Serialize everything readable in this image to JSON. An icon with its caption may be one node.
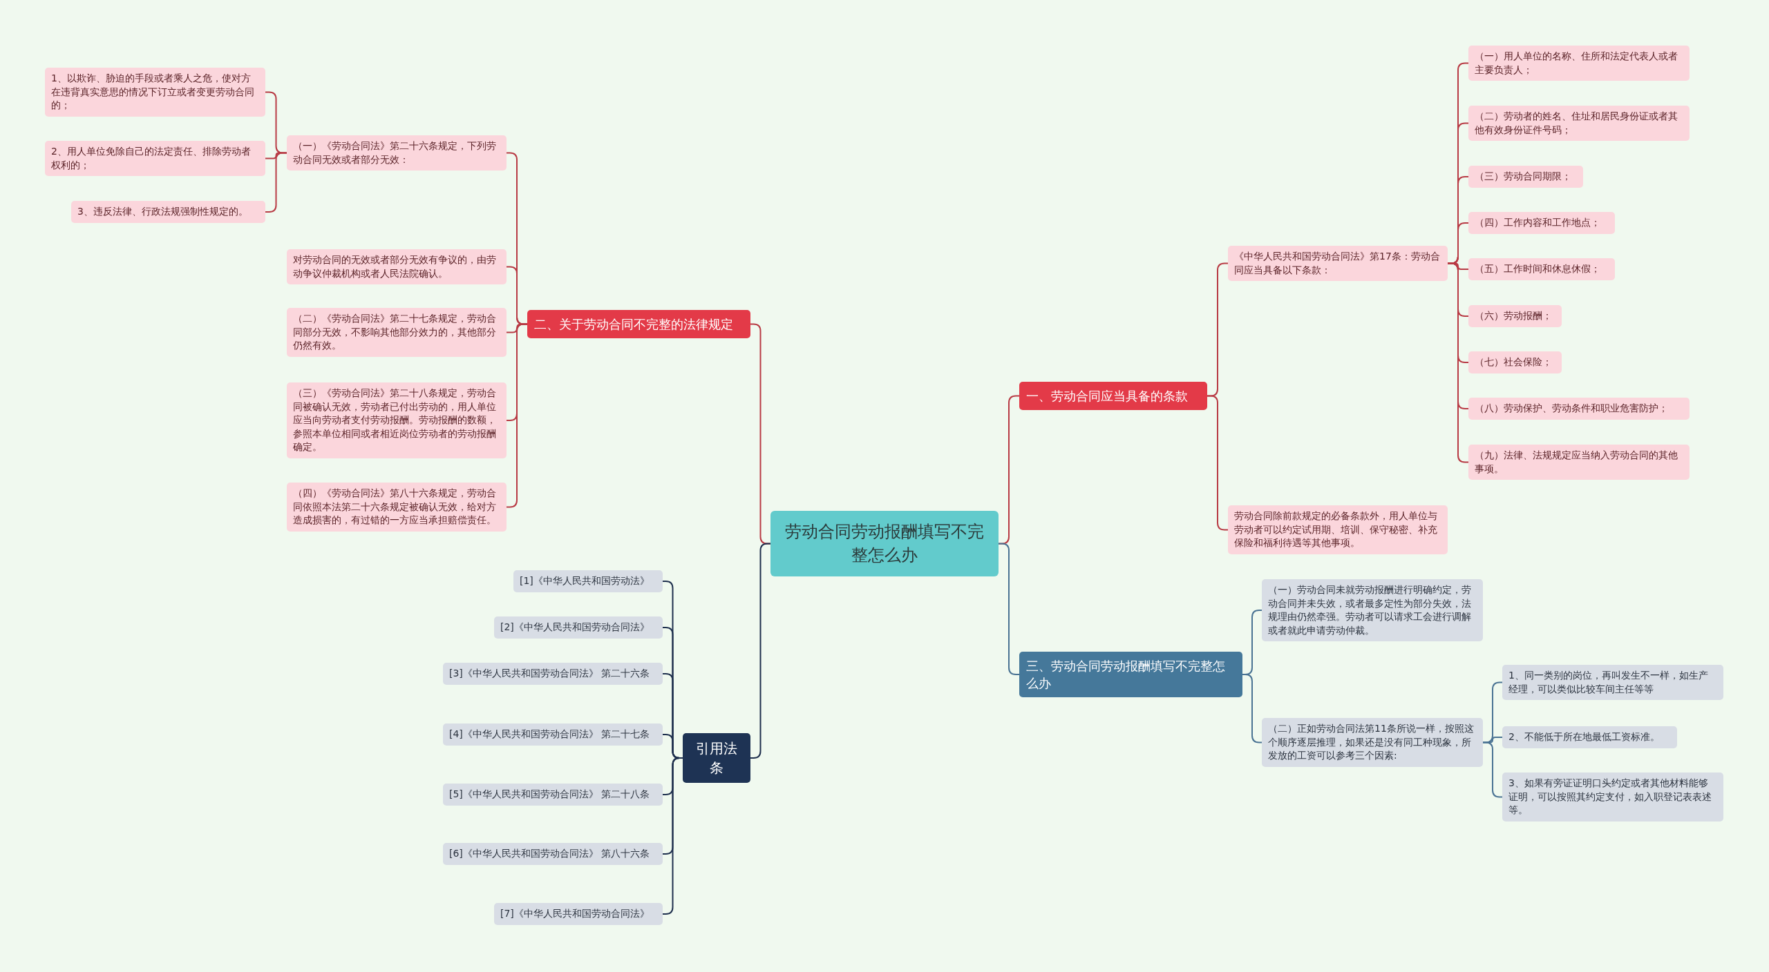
{
  "diagram": {
    "nodes": [
      {
        "text": [
          "劳动合同劳动报酬填写不完整怎么办"
        ]
      },
      {
        "text": [
          "一、劳动合同应当具备的条款"
        ]
      },
      {
        "text": [
          "《中华人民共和国劳动合同法》第17条：劳动合同应当具备以下条款："
        ]
      },
      {
        "text": [
          "（一）用人单位的名称、住所和法定代表人或者主要负责人；"
        ]
      },
      {
        "text": [
          "（二）劳动者的姓名、住址和居民身份证或者其他有效身份证件号码；"
        ]
      },
      {
        "text": [
          "（三）劳动合同期限；"
        ]
      },
      {
        "text": [
          "（四）工作内容和工作地点；"
        ]
      },
      {
        "text": [
          "（五）工作时间和休息休假；"
        ]
      },
      {
        "text": [
          "（六）劳动报酬；"
        ]
      },
      {
        "text": [
          "（七）社会保险；"
        ]
      },
      {
        "text": [
          "（八）劳动保护、劳动条件和职业危害防护；"
        ]
      },
      {
        "text": [
          "（九）法律、法规规定应当纳入劳动合同的其他事项。"
        ]
      },
      {
        "text": [
          "劳动合同除前款规定的必备条款外，用人单位与劳动者可以约定试用期、培训、保守秘密、补充保险和福利待遇等其他事项。"
        ]
      },
      {
        "text": [
          "三、劳动合同劳动报酬填写不完整怎么办"
        ]
      },
      {
        "text": [
          "（一）劳动合同未就劳动报酬进行明确约定，劳动合同并未失效，或者最多定性为部分失效，法规理由仍然牵强。劳动者可以请求工会进行调解或者就此申请劳动仲裁。"
        ]
      },
      {
        "text": [
          "（二）正如劳动合同法第11条所说一样，按照这个顺序逐层推理，如果还是没有同工种现象，所发放的工资可以参考三个因素:"
        ]
      },
      {
        "text": [
          "1、同一类别的岗位，再叫发生不一样，如生产经理，可以类似比较车间主任等等"
        ]
      },
      {
        "text": [
          "2、不能低于所在地最低工资标准。"
        ]
      },
      {
        "text": [
          "3、如果有旁证证明口头约定或者其他材料能够证明，可以按照其约定支付，如入职登记表表述等。"
        ]
      },
      {
        "text": [
          "二、关于劳动合同不完整的法律规定"
        ]
      },
      {
        "text": [
          "（一）《劳动合同法》第二十六条规定，下列劳动合同无效或者部分无效："
        ]
      },
      {
        "text": [
          "1、以欺诈、胁迫的手段或者乘人之危，使对方在违背真实意思的情况下订立或者变更劳动合同的；"
        ]
      },
      {
        "text": [
          "2、用人单位免除自己的法定责任、排除劳动者权利的；"
        ]
      },
      {
        "text": [
          "3、违反法律、行政法规强制性规定的。"
        ]
      },
      {
        "text": [
          "对劳动合同的无效或者部分无效有争议的，由劳动争议仲裁机构或者人民法院确认。"
        ]
      },
      {
        "text": [
          "（二）《劳动合同法》第二十七条规定，劳动合同部分无效，不影响其他部分效力的，其他部分仍然有效。"
        ]
      },
      {
        "text": [
          "（三）《劳动合同法》第二十八条规定，劳动合同被确认无效，劳动者已付出劳动的，用人单位应当向劳动者支付劳动报酬。劳动报酬的数额，参照本单位相同或者相近岗位劳动者的劳动报酬确定。"
        ]
      },
      {
        "text": [
          "（四）《劳动合同法》第八十六条规定，劳动合同依照本法第二十六条规定被确认无效，给对方造成损害的，有过错的一方应当承担赔偿责任。"
        ]
      },
      {
        "text": [
          "引用法条"
        ]
      },
      {
        "text": [
          "[1]《中华人民共和国劳动法》"
        ]
      },
      {
        "text": [
          "[2]《中华人民共和国劳动合同法》"
        ]
      },
      {
        "text": [
          "[3]《中华人民共和国劳动合同法》 第二十六条"
        ]
      },
      {
        "text": [
          "[4]《中华人民共和国劳动合同法》 第二十七条"
        ]
      },
      {
        "text": [
          "[5]《中华人民共和国劳动合同法》 第二十八条"
        ]
      },
      {
        "text": [
          "[6]《中华人民共和国劳动合同法》 第八十六条"
        ]
      },
      {
        "text": [
          "[7]《中华人民共和国劳动合同法》"
        ]
      }
    ],
    "edges": [
      {
        "from": 0,
        "to": 1,
        "arrow": "none"
      },
      {
        "from": 1,
        "to": 2,
        "arrow": "none"
      },
      {
        "from": 2,
        "to": 3,
        "arrow": "none"
      },
      {
        "from": 2,
        "to": 4,
        "arrow": "none"
      },
      {
        "from": 2,
        "to": 5,
        "arrow": "none"
      },
      {
        "from": 2,
        "to": 6,
        "arrow": "none"
      },
      {
        "from": 2,
        "to": 7,
        "arrow": "none"
      },
      {
        "from": 2,
        "to": 8,
        "arrow": "none"
      },
      {
        "from": 2,
        "to": 9,
        "arrow": "none"
      },
      {
        "from": 2,
        "to": 10,
        "arrow": "none"
      },
      {
        "from": 2,
        "to": 11,
        "arrow": "none"
      },
      {
        "from": 1,
        "to": 12,
        "arrow": "none"
      },
      {
        "from": 0,
        "to": 13,
        "arrow": "none",
        "color": "#4a7393"
      },
      {
        "from": 13,
        "to": 14,
        "arrow": "none",
        "color": "#4a7393"
      },
      {
        "from": 13,
        "to": 15,
        "arrow": "none",
        "color": "#4a7393"
      },
      {
        "from": 15,
        "to": 16,
        "arrow": "none",
        "color": "#4a7393"
      },
      {
        "from": 15,
        "to": 17,
        "arrow": "none",
        "color": "#4a7393"
      },
      {
        "from": 15,
        "to": 18,
        "arrow": "none",
        "color": "#4a7393"
      },
      {
        "from": 0,
        "to": 19,
        "arrow": "none"
      },
      {
        "from": 19,
        "to": 20,
        "arrow": "none"
      },
      {
        "from": 20,
        "to": 21,
        "arrow": "none"
      },
      {
        "from": 20,
        "to": 22,
        "arrow": "none"
      },
      {
        "from": 20,
        "to": 23,
        "arrow": "none"
      },
      {
        "from": 19,
        "to": 24,
        "arrow": "none"
      },
      {
        "from": 19,
        "to": 25,
        "arrow": "none"
      },
      {
        "from": 19,
        "to": 26,
        "arrow": "none"
      },
      {
        "from": 19,
        "to": 27,
        "arrow": "none"
      },
      {
        "from": 0,
        "to": 28,
        "arrow": "none",
        "color": "#1e2f4d"
      },
      {
        "from": 28,
        "to": 29,
        "arrow": "none",
        "color": "#1e2f4d"
      },
      {
        "from": 28,
        "to": 30,
        "arrow": "none",
        "color": "#1e2f4d"
      },
      {
        "from": 28,
        "to": 31,
        "arrow": "none",
        "color": "#1e2f4d"
      },
      {
        "from": 28,
        "to": 32,
        "arrow": "none",
        "color": "#1e2f4d"
      },
      {
        "from": 28,
        "to": 33,
        "arrow": "none",
        "color": "#1e2f4d"
      },
      {
        "from": 28,
        "to": 34,
        "arrow": "none",
        "color": "#1e2f4d"
      },
      {
        "from": 28,
        "to": 35,
        "arrow": "none",
        "color": "#1e2f4d"
      }
    ]
  }
}
